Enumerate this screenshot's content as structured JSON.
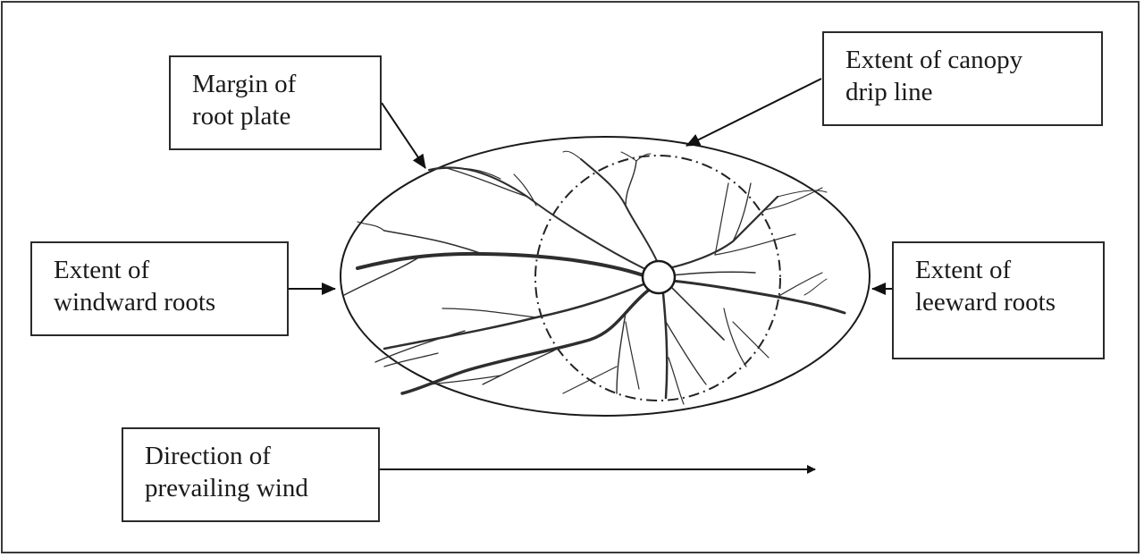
{
  "diagram": {
    "subject": "Tree root plate plan view",
    "labels": {
      "margin_root_plate": [
        "Margin of",
        "root plate"
      ],
      "canopy_drip_line": [
        "Extent of canopy",
        "drip line"
      ],
      "windward_roots": [
        "Extent of",
        "windward roots"
      ],
      "leeward_roots": [
        "Extent of",
        "leeward roots"
      ],
      "prevailing_wind": [
        "Direction of",
        "prevailing wind"
      ]
    },
    "colors": {
      "stroke": "#1a1a1a",
      "root": "#2e2e2e",
      "background": "#ffffff"
    }
  }
}
